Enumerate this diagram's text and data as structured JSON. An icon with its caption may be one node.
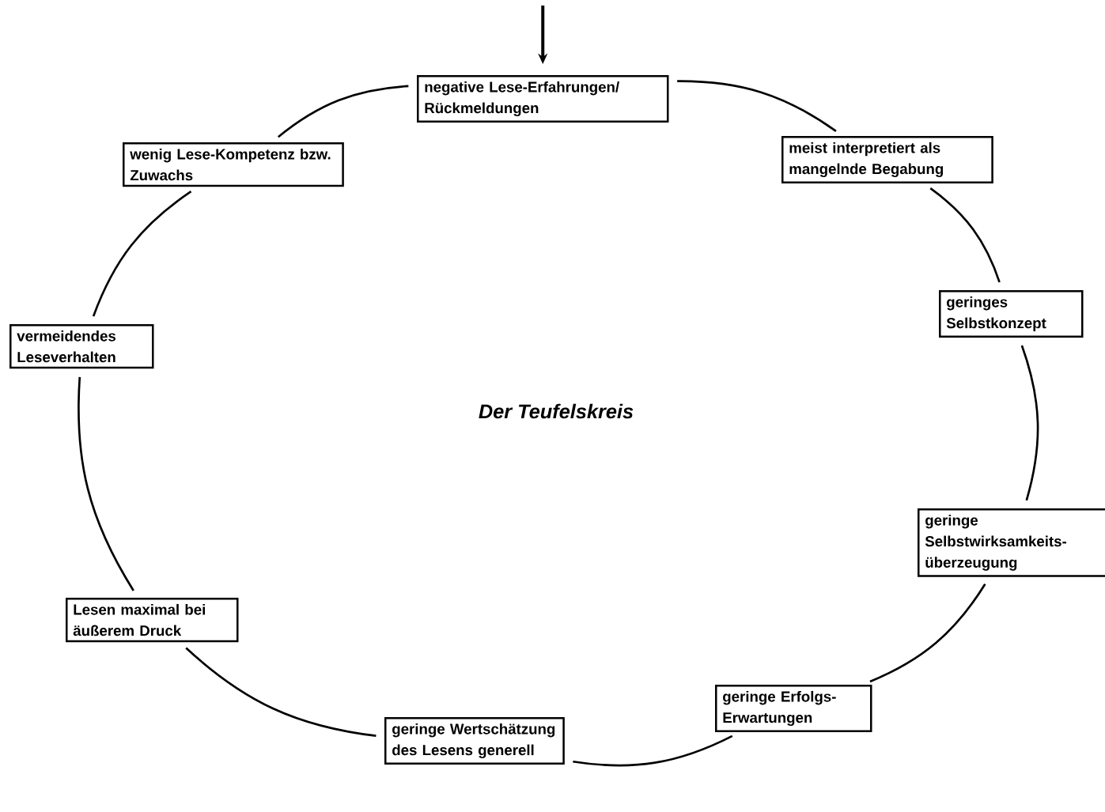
{
  "diagram": {
    "title": "Der Teufelskreis",
    "nodes": [
      {
        "text": [
          "negative Lese-Erfahrungen/ Rückmeldungen"
        ]
      },
      {
        "text": [
          "meist interpretiert als mangelnde Begabung"
        ]
      },
      {
        "text": [
          "geringes Selbstkonzept"
        ]
      },
      {
        "text": [
          "geringe Selbstwirksamkeits- überzeugung"
        ]
      },
      {
        "text": [
          "geringe Erfolgs- Erwartungen"
        ]
      },
      {
        "text": [
          "geringe Wertschätzung des Lesens generell"
        ]
      },
      {
        "text": [
          "Lesen maximal bei äußerem Druck"
        ]
      },
      {
        "text": [
          "vermeidendes Leseverhalten"
        ]
      },
      {
        "text": [
          "wenig Lese-Kompetenz bzw. Zuwachs"
        ]
      }
    ],
    "edges": [
      {
        "from": null,
        "to": 0,
        "arrow": "to"
      },
      {
        "from": 0,
        "to": 1,
        "arrow": "none"
      },
      {
        "from": 1,
        "to": 2,
        "arrow": "none"
      },
      {
        "from": 2,
        "to": 3,
        "arrow": "none"
      },
      {
        "from": 3,
        "to": 4,
        "arrow": "none"
      },
      {
        "from": 4,
        "to": 5,
        "arrow": "none"
      },
      {
        "from": 5,
        "to": 6,
        "arrow": "none"
      },
      {
        "from": 6,
        "to": 7,
        "arrow": "none"
      },
      {
        "from": 7,
        "to": 8,
        "arrow": "none"
      },
      {
        "from": 8,
        "to": 0,
        "arrow": "none"
      }
    ]
  }
}
